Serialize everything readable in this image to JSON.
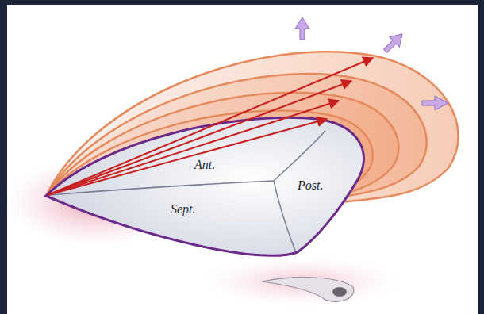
{
  "diagram": {
    "labels": [
      "Ant.",
      "Post.",
      "Sept."
    ]
  }
}
